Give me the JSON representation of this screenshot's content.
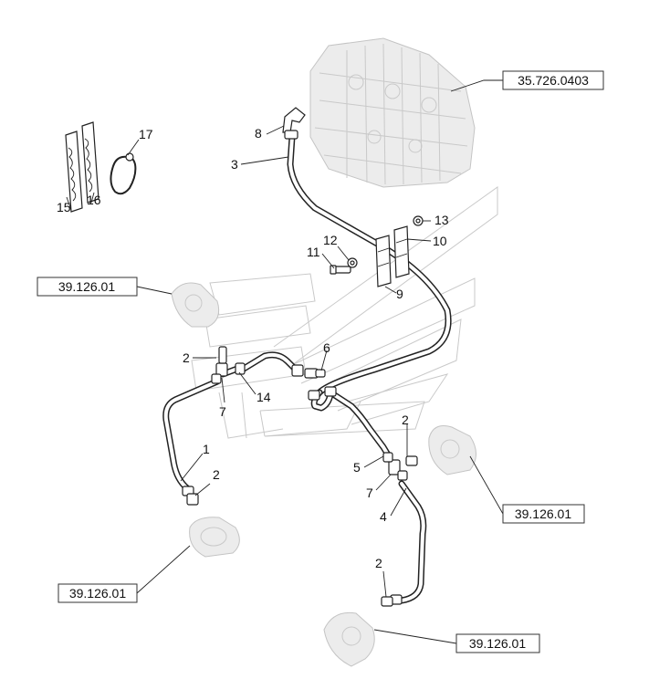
{
  "references": {
    "valve_block": "35.726.0403",
    "cyl_left_upper": "39.126.01",
    "cyl_right": "39.126.01",
    "cyl_left_lower": "39.126.01",
    "cyl_bottom": "39.126.01"
  },
  "callouts": {
    "c1": "1",
    "c2a": "2",
    "c2b": "2",
    "c2c": "2",
    "c2d": "2",
    "c3": "3",
    "c4": "4",
    "c5": "5",
    "c6": "6",
    "c7a": "7",
    "c7b": "7",
    "c8": "8",
    "c9": "9",
    "c10": "10",
    "c11": "11",
    "c12": "12",
    "c13": "13",
    "c14": "14",
    "c15": "15",
    "c16": "16",
    "c17": "17"
  }
}
